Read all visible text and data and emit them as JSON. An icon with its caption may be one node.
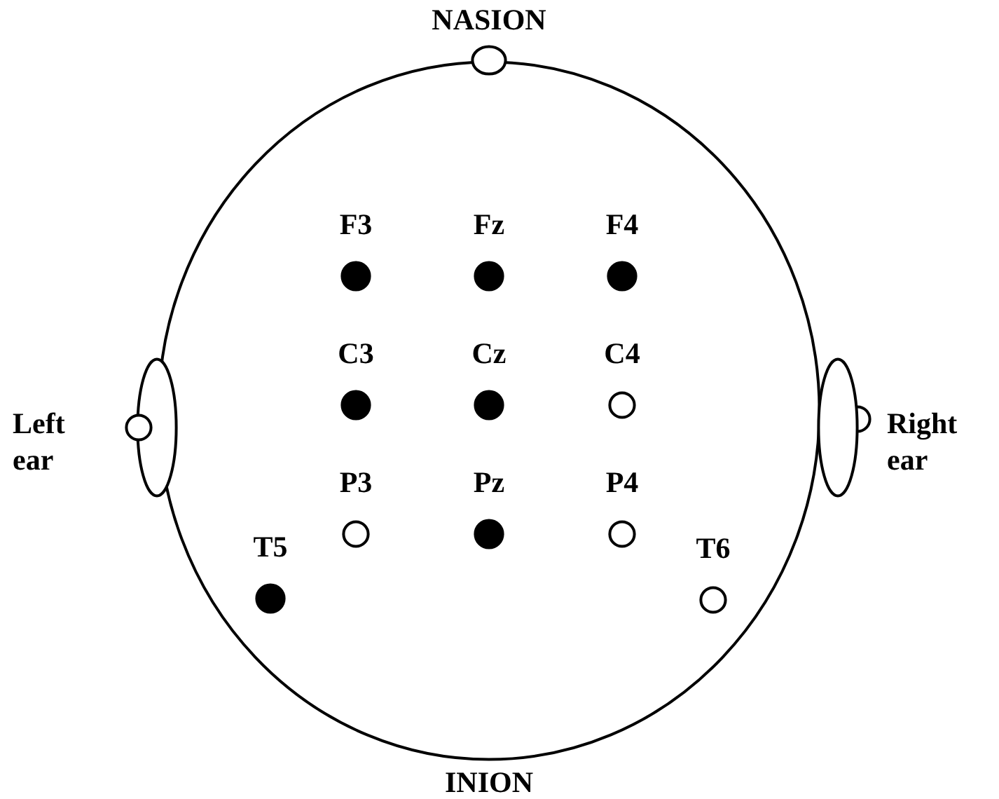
{
  "diagram": {
    "nodes": [
      {
        "text": [],
        "shape": "circle"
      },
      {
        "text": [],
        "shape": "ellipse",
        "beside": [
          "NASION"
        ]
      },
      {
        "text": [],
        "shape": "dot",
        "beside": [
          "F3"
        ],
        "in": 0
      },
      {
        "text": [],
        "shape": "dot",
        "beside": [
          "Fz"
        ],
        "in": 0
      },
      {
        "text": [],
        "shape": "dot",
        "beside": [
          "F4"
        ],
        "in": 0
      },
      {
        "text": [],
        "shape": "dot",
        "beside": [
          "C3"
        ],
        "in": 0
      },
      {
        "text": [],
        "shape": "dot",
        "beside": [
          "Cz"
        ],
        "in": 0
      },
      {
        "text": [],
        "shape": "circle",
        "beside": [
          "C4"
        ],
        "in": 0
      },
      {
        "text": [],
        "shape": "ellipse",
        "beside": [
          "Left ear"
        ]
      },
      {
        "text": [],
        "shape": "circle"
      },
      {
        "text": [],
        "shape": "circle"
      },
      {
        "text": [],
        "shape": "ellipse",
        "beside": [
          "Right ear"
        ]
      },
      {
        "text": [],
        "shape": "circle",
        "beside": [
          "P3"
        ],
        "in": 0
      },
      {
        "text": [],
        "shape": "dot",
        "beside": [
          "Pz"
        ],
        "in": 0
      },
      {
        "text": [],
        "shape": "circle",
        "beside": [
          "P4"
        ],
        "in": 0
      },
      {
        "text": [],
        "shape": "dot",
        "beside": [
          "T5"
        ],
        "in": 0
      },
      {
        "text": [],
        "shape": "circle",
        "beside": [
          "T6"
        ],
        "in": 0
      }
    ],
    "edges": [],
    "labels": [
      "INION"
    ]
  }
}
